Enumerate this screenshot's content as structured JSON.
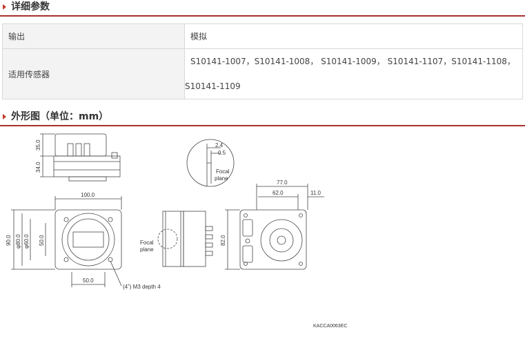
{
  "spec_section": {
    "title": "详细参数"
  },
  "spec_table": {
    "rows": [
      {
        "label": "输出",
        "value": "模拟"
      },
      {
        "label": "适用传感器",
        "value_line1": "S10141-1007，S10141-1008， S10141-1009， S10141-1107，S10141-1108，",
        "value_line2": "S10141-1109"
      }
    ]
  },
  "drawing_section": {
    "title": "外形图（单位：mm）"
  },
  "drawing": {
    "top_view": {
      "dim_top": "35.0",
      "dim_bottom": "34.0"
    },
    "detail": {
      "dim_a": "2.4",
      "dim_b": "0.5",
      "label_line1": "Focal",
      "label_line2": "plane"
    },
    "back_view": {
      "dim_width": "77.0",
      "dim_mid": "62.0",
      "dim_right": "11.0",
      "dim_height": "82.0"
    },
    "front_view": {
      "dim_width": "100.0",
      "dim_height": "90.0",
      "dim_dia": "φ80.0",
      "dim_dia2": "φ60.0",
      "dim_inner": "50.0",
      "dim_bottom": "50.0",
      "screw_note": "(4˚) M3 depth 4"
    },
    "side_view": {
      "label_line1": "Focal",
      "label_line2": "plane"
    },
    "drawing_id": "KACCA0063EC"
  },
  "colors": {
    "accent": "#a5302b",
    "marker": "#c0392b"
  }
}
